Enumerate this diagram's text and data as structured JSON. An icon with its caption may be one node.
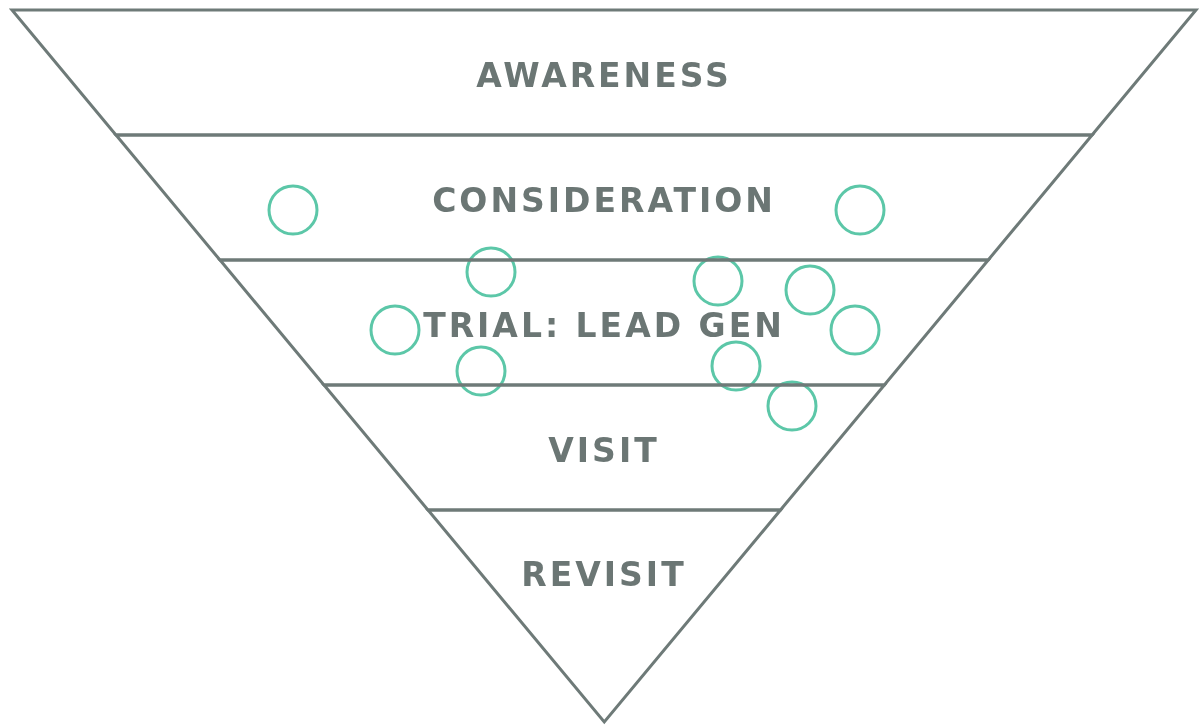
{
  "diagram": {
    "nodes": [
      {
        "text": [
          "AWARENESS"
        ]
      },
      {
        "text": [
          "CONSIDERATION"
        ]
      },
      {
        "text": [
          "TRIAL: LEAD GEN"
        ]
      },
      {
        "text": [
          "VISIT"
        ]
      },
      {
        "text": [
          "REVISIT"
        ]
      }
    ]
  }
}
